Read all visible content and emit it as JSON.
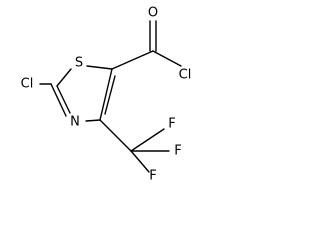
{
  "molecule": {
    "atoms": {
      "cl_ring": "Cl",
      "sulfur": "S",
      "nitrogen": "N",
      "oxygen": "O",
      "cl_acyl": "Cl",
      "f_top": "F",
      "f_right": "F",
      "f_bottom": "F"
    }
  }
}
